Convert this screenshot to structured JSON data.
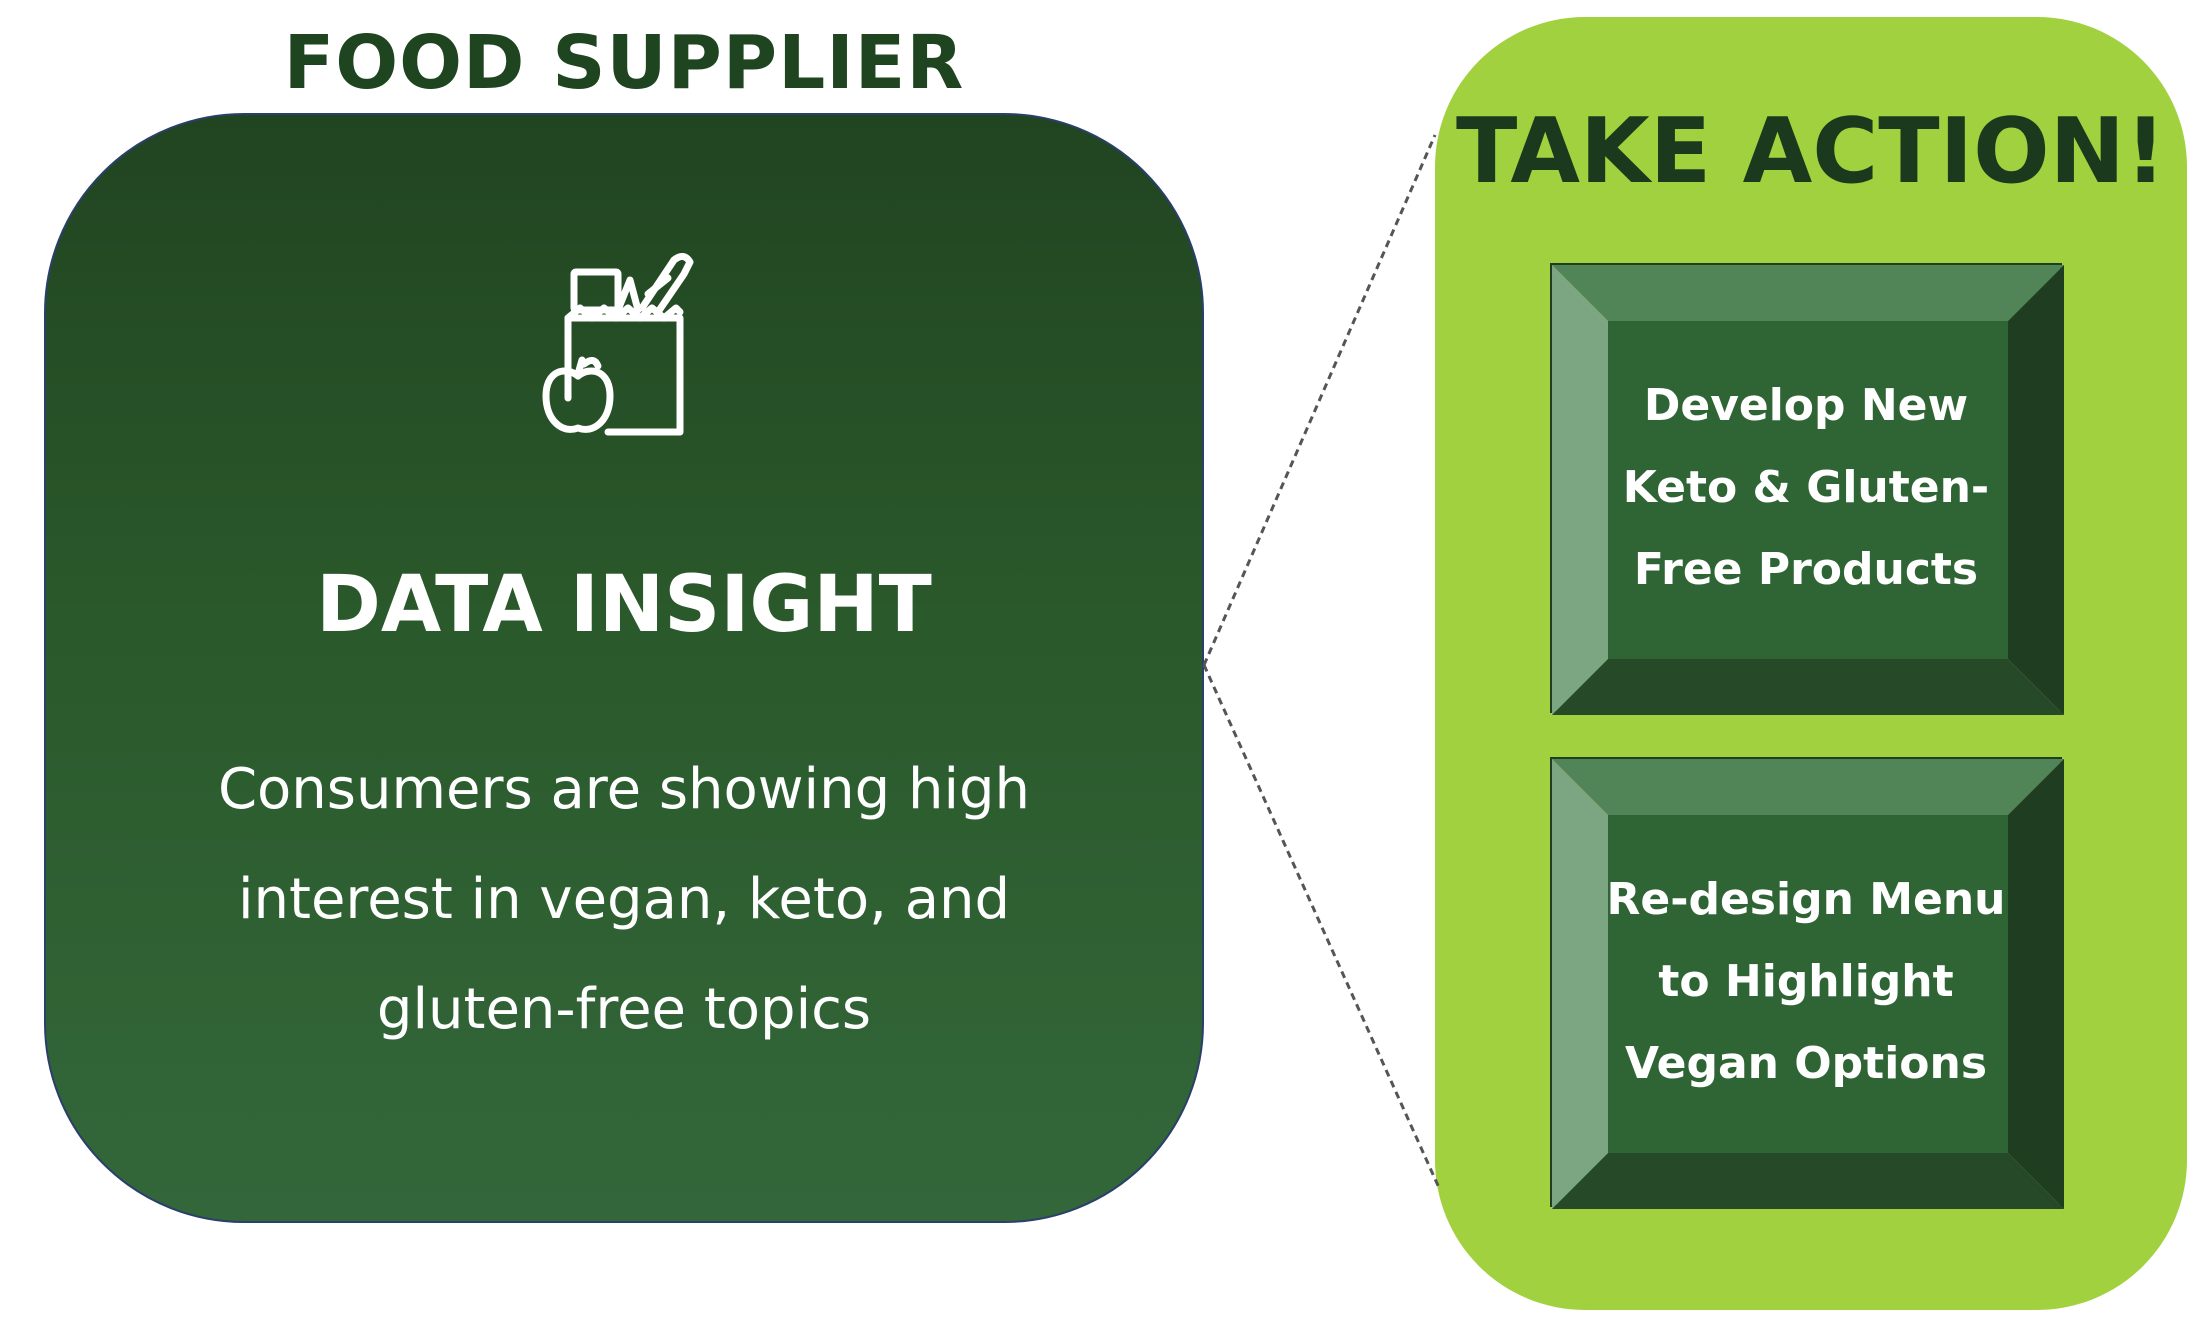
{
  "supplier": {
    "title": "FOOD SUPPLIER",
    "icon": "grocery-bag-icon",
    "insight_title": "DATA INSIGHT",
    "insight_text": "Consumers are showing high interest in vegan, keto, and gluten-free topics"
  },
  "actions": {
    "title": "TAKE ACTION!",
    "items": [
      {
        "label": "Develop New Keto & Gluten-Free Products"
      },
      {
        "label": "Re-design Menu to Highlight Vegan Options"
      }
    ]
  },
  "colors": {
    "dark_green": "#214421",
    "mid_green": "#2f6535",
    "lime": "#a2d140",
    "heading_green": "#1f4420"
  }
}
